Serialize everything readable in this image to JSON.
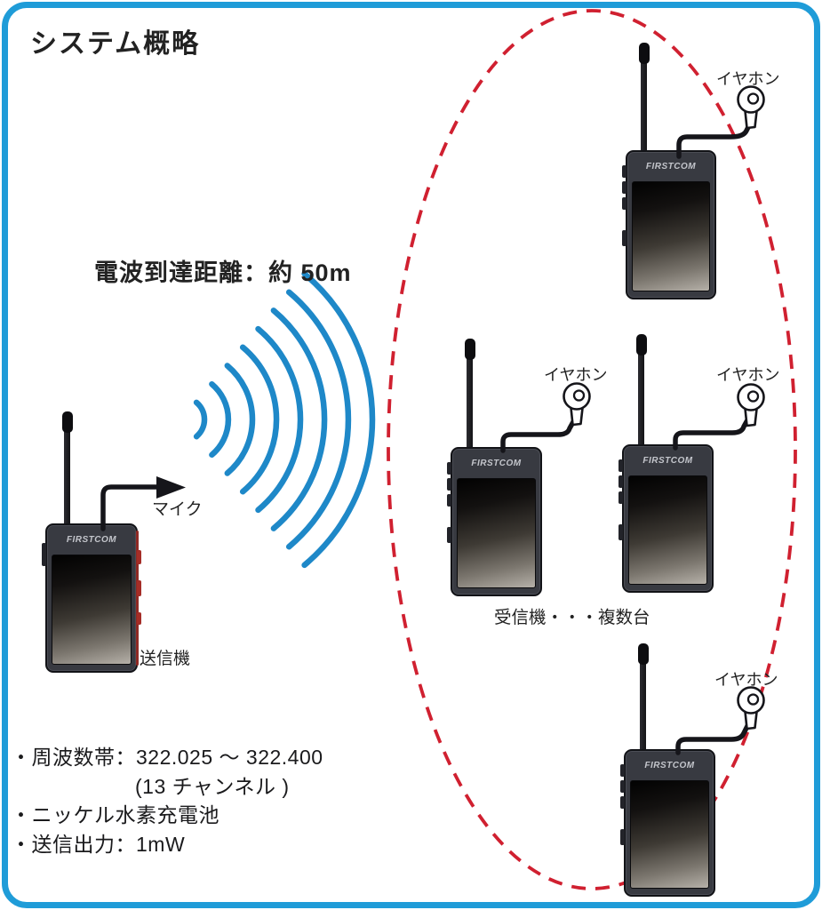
{
  "title": "システム概略",
  "device": {
    "brand": "FIRSTCOM"
  },
  "transmitter": {
    "label": "送信機",
    "mic_label": "マイク"
  },
  "receivers": {
    "caption": "受信機・・・複数台",
    "earphone_label": "イヤホン"
  },
  "radio": {
    "range_label": "電波到達距離：約 50m"
  },
  "specs": {
    "lines": [
      "・周波数帯：322.025 ～ 322.400",
      "(13 チャンネル )",
      "・ニッケル水素充電池",
      "・送信出力：1mW"
    ]
  },
  "colors": {
    "frame_blue": "#1f9cd8",
    "wave_blue": "#1e88c8",
    "range_red": "#d02030",
    "cable_black": "#15151a"
  }
}
